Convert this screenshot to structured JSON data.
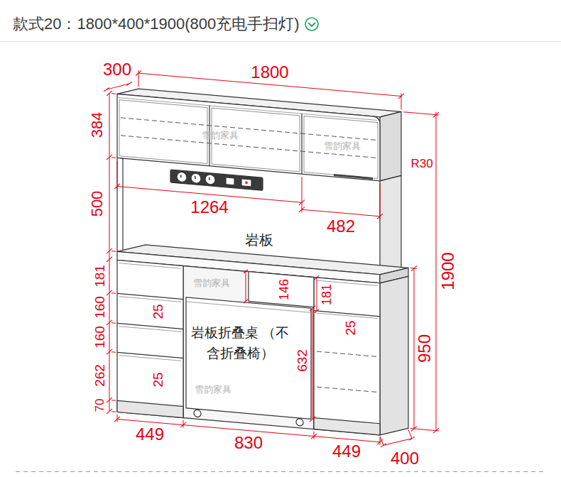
{
  "diagram": {
    "title": "款式20：1800*400*1900(800充电手扫灯)",
    "nodes": [
      {
        "text": [
          "岩板折叠桌 （不含折叠椅）"
        ]
      }
    ],
    "labels": [
      "300",
      "1800",
      "384",
      "雪韵家具",
      "雪韵家具",
      "R30",
      "500",
      "1264",
      "482",
      "岩板",
      "1900",
      "181",
      "雪韵家具",
      "160",
      "25",
      "146",
      "181",
      "160",
      "25",
      "262",
      "632",
      "950",
      "25",
      "70",
      "雪韵家具",
      "449",
      "830",
      "449",
      "400"
    ]
  }
}
